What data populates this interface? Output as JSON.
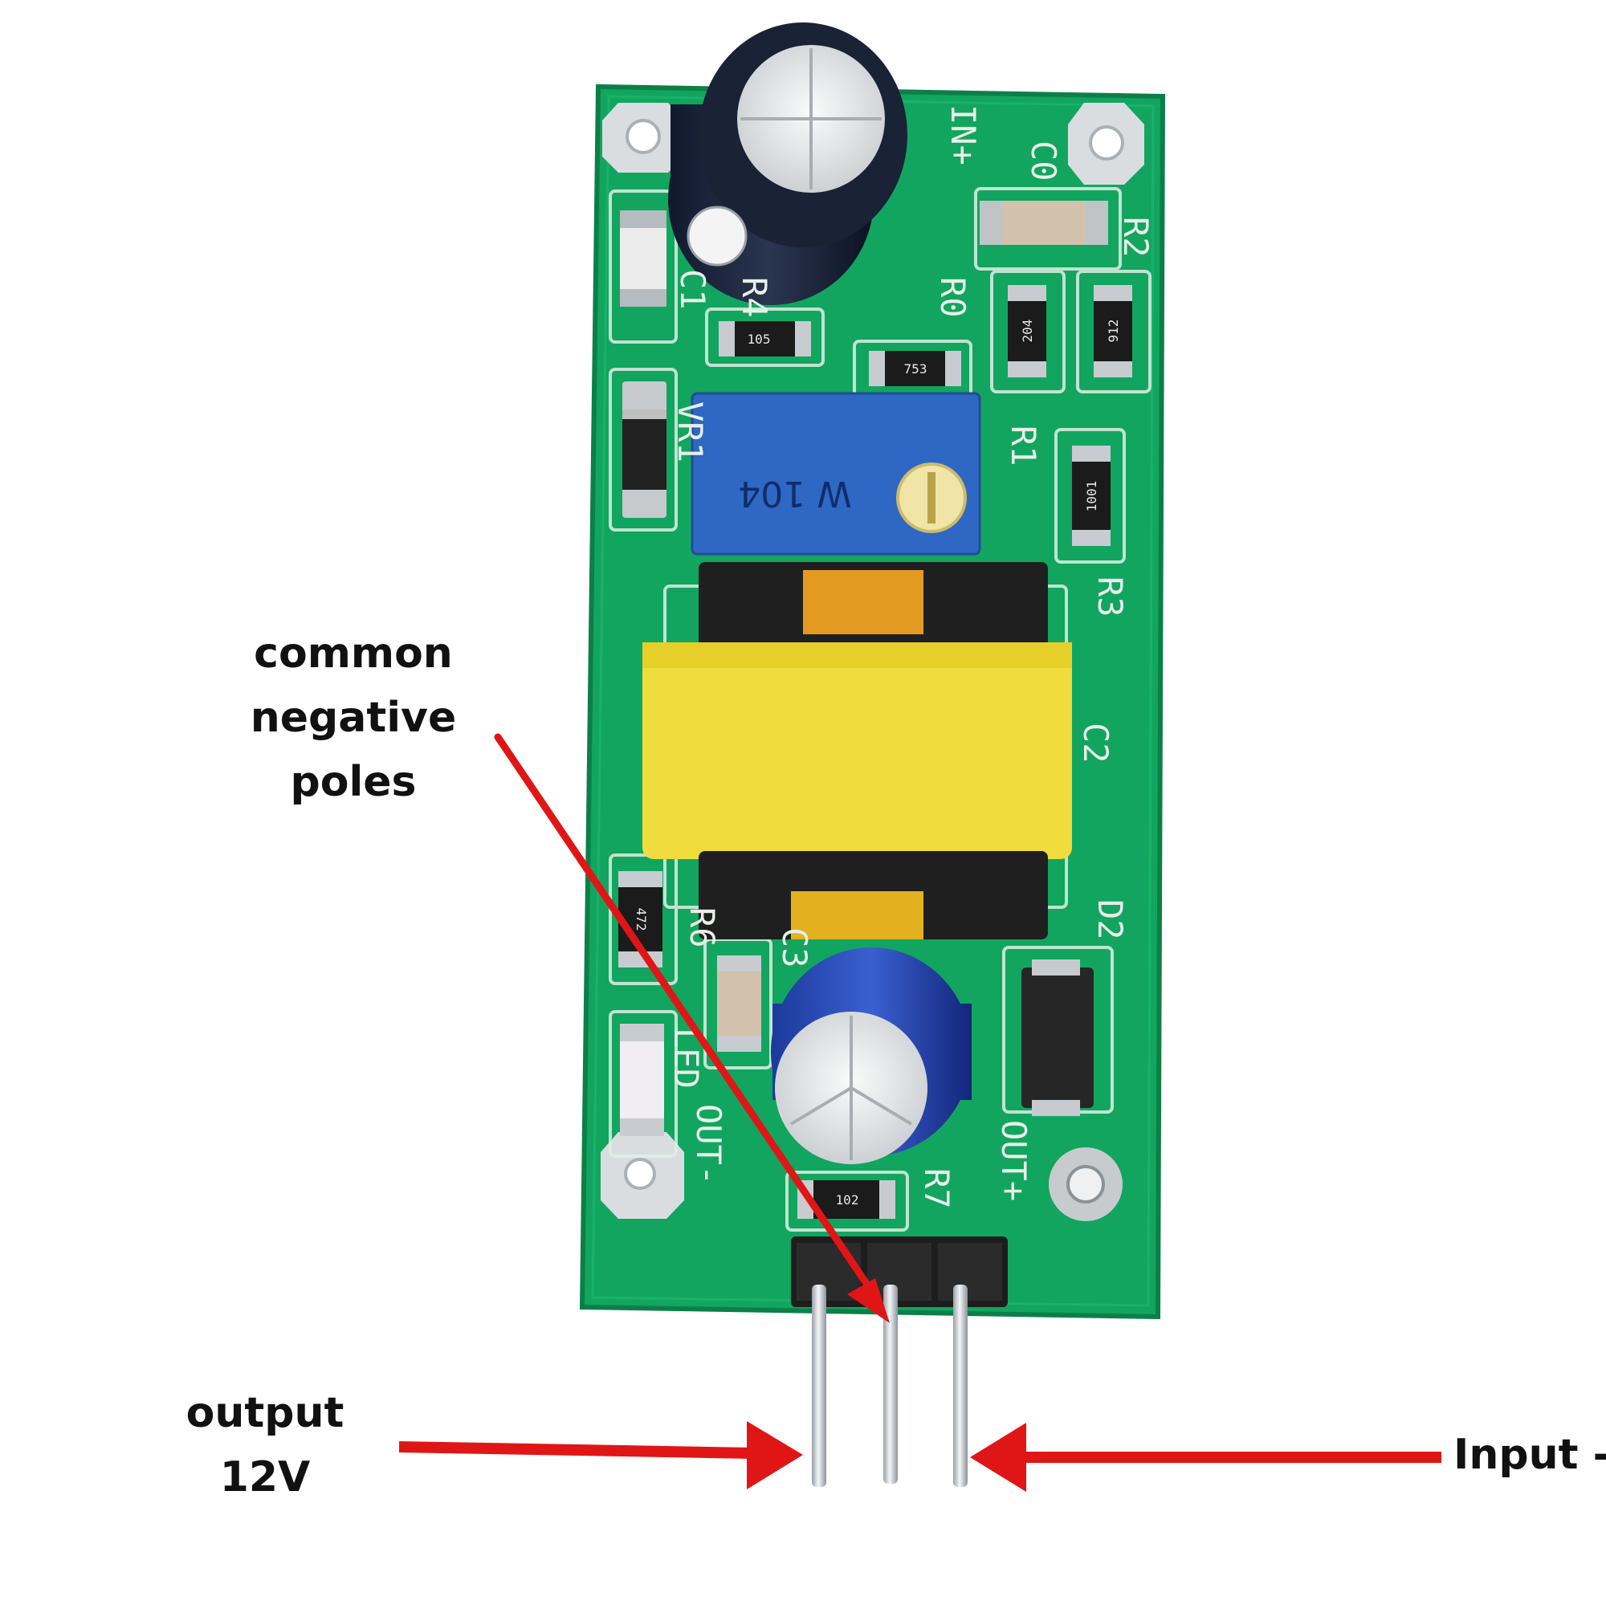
{
  "annotations": {
    "common_negative": [
      "common",
      "negative",
      "poles"
    ],
    "output": [
      "output",
      "12V"
    ],
    "input": "Input -"
  },
  "board": {
    "silkscreen": {
      "in_plus": "IN+",
      "c0": "C0",
      "r2": "R2",
      "c1": "C1",
      "r4": "R4",
      "r0": "R0",
      "vr1": "VR1",
      "r1": "R1",
      "r3": "R3",
      "c2": "C2",
      "d2": "D2",
      "r6": "R6",
      "c3": "C3",
      "led": "LED",
      "out_minus": "OUT-",
      "out_plus": "OUT+",
      "r7": "R7"
    },
    "parts": {
      "r4_code": "105",
      "r0_code": "753",
      "r_a_code": "204",
      "r2_code": "912",
      "r1_code": "1001",
      "r6_code": "472",
      "r7_code": "102",
      "trimpot_code": "W 104"
    }
  },
  "colors": {
    "pcb": "#12a55f",
    "pcb_dark": "#0c7f48",
    "arrow": "#e01616",
    "transformer": "#f0dc3c",
    "trimpot": "#2f67c4"
  }
}
